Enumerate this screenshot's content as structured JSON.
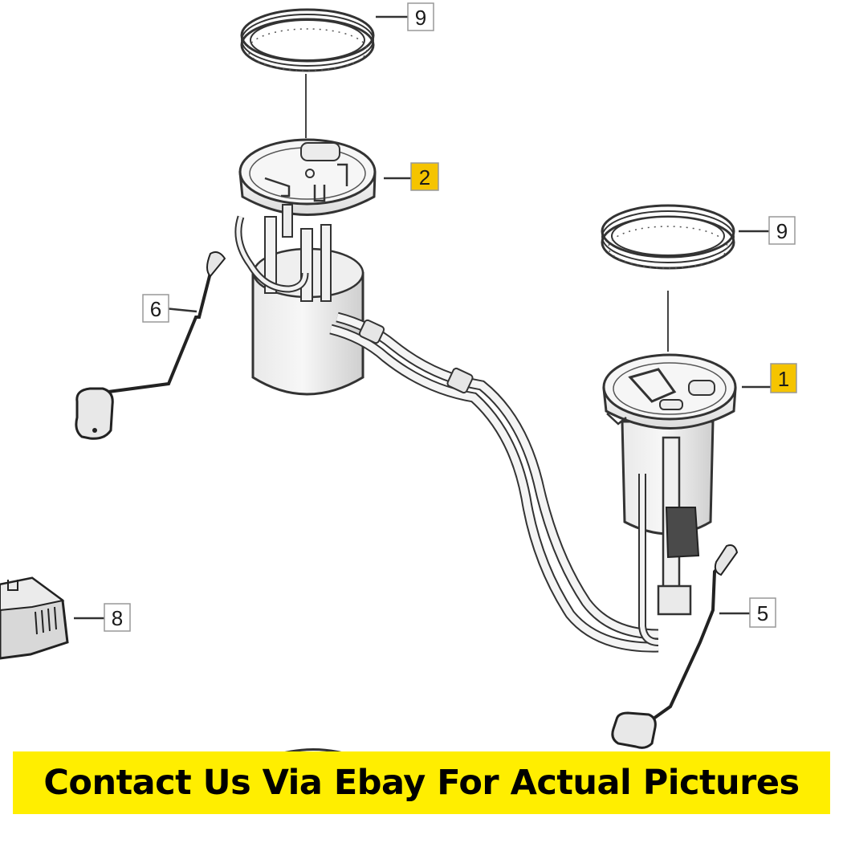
{
  "diagram": {
    "callouts": [
      {
        "id": "ring-top",
        "number": "9",
        "highlighted": false
      },
      {
        "id": "pump-left",
        "number": "2",
        "highlighted": true
      },
      {
        "id": "ring-right",
        "number": "9",
        "highlighted": false
      },
      {
        "id": "pump-right",
        "number": "1",
        "highlighted": true
      },
      {
        "id": "sender-left",
        "number": "6",
        "highlighted": false
      },
      {
        "id": "connector",
        "number": "8",
        "highlighted": false
      },
      {
        "id": "sender-right",
        "number": "5",
        "highlighted": false
      }
    ],
    "colors": {
      "highlight": "#f5c400",
      "line": "#333333",
      "part_fill": "#f4f4f4",
      "part_shade": "#d9d9d9"
    }
  },
  "banner": {
    "text": "Contact Us Via Ebay For Actual Pictures",
    "background": "#ffee00"
  }
}
